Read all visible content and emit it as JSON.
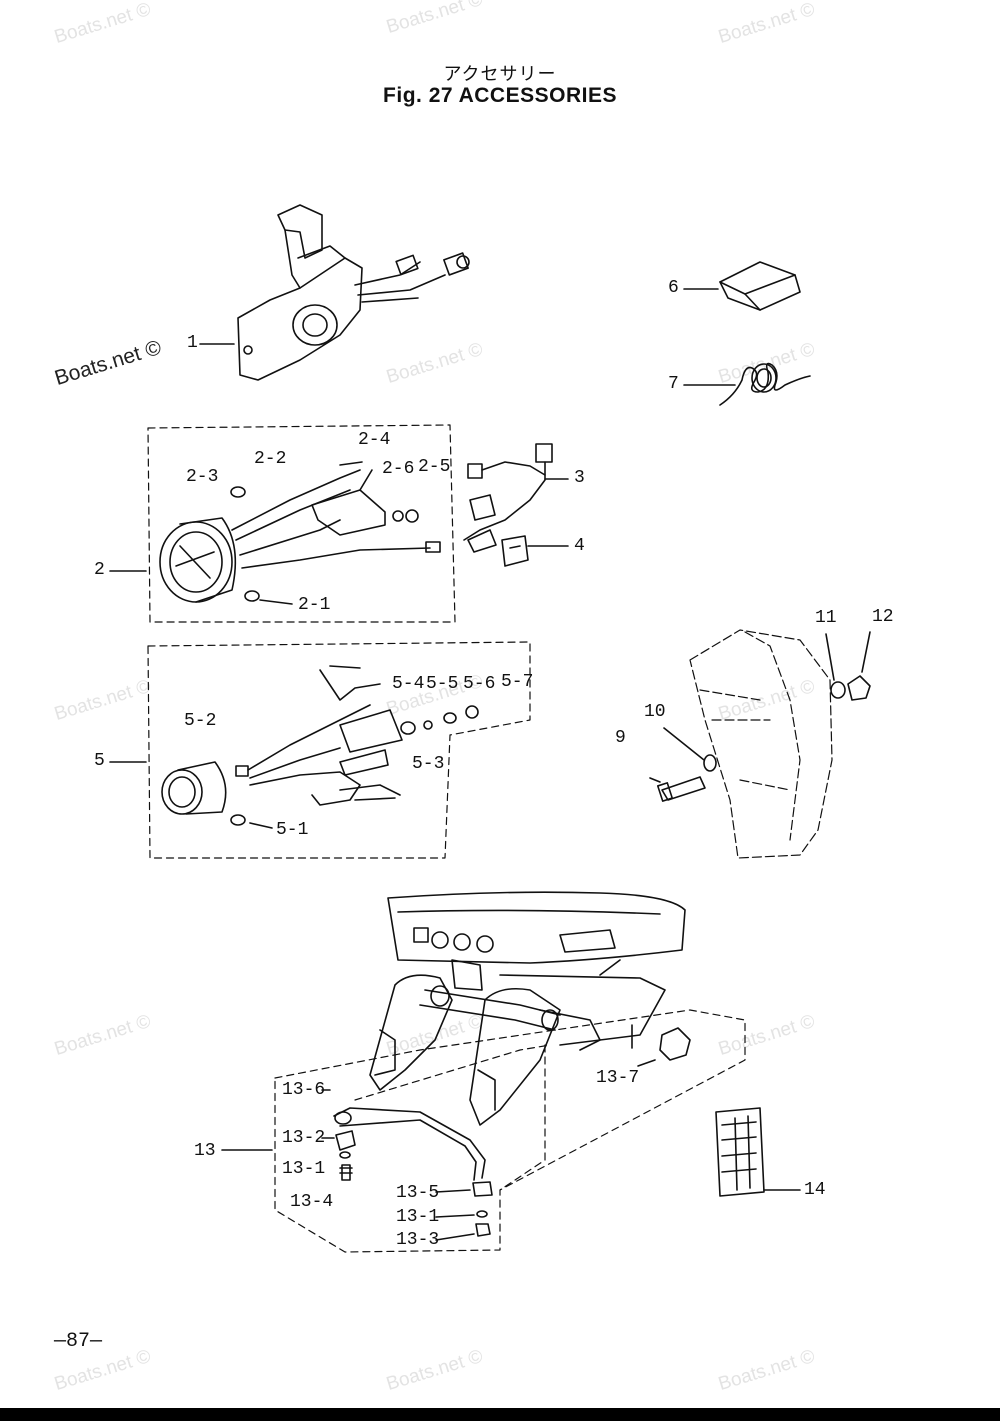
{
  "header": {
    "title_jp": "アクセサリー",
    "title_en": "Fig. 27   ACCESSORIES"
  },
  "page_number": "—87—",
  "watermark_text": "Boats.net ©",
  "callouts": {
    "c1": "1",
    "c2": "2",
    "c2_1": "2-1",
    "c2_2": "2-2",
    "c2_3": "2-3",
    "c2_4": "2-4",
    "c2_5": "2-5",
    "c2_6": "2-6",
    "c3": "3",
    "c4": "4",
    "c5": "5",
    "c5_1": "5-1",
    "c5_2": "5-2",
    "c5_3": "5-3",
    "c5_4": "5-4",
    "c5_5": "5-5",
    "c5_6": "5-6",
    "c5_7": "5-7",
    "c6": "6",
    "c7": "7",
    "c9": "9",
    "c10": "10",
    "c11": "11",
    "c12": "12",
    "c13": "13",
    "c13_1a": "13-1",
    "c13_1b": "13-1",
    "c13_2": "13-2",
    "c13_3": "13-3",
    "c13_4": "13-4",
    "c13_5": "13-5",
    "c13_6": "13-6",
    "c13_7": "13-7",
    "c14": "14"
  }
}
